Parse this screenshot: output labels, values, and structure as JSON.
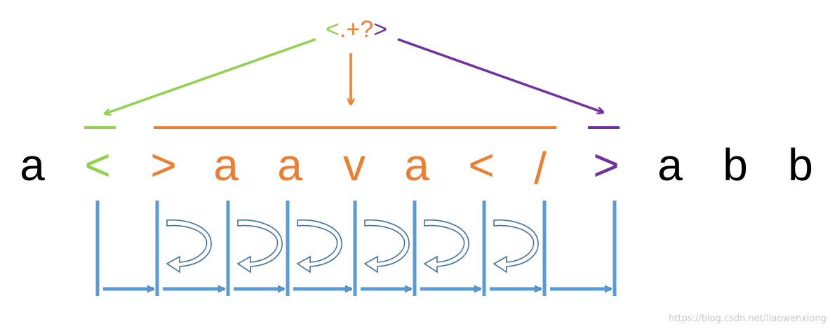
{
  "colors": {
    "green": "#92d050",
    "orange": "#ed7d31",
    "purple": "#7030a0",
    "black": "#000000",
    "blue": "#5b9bd5",
    "blue_dark": "#41719c"
  },
  "pattern": {
    "open": "<",
    "body": ".+?",
    "close": ">"
  },
  "sequence": [
    {
      "text": "a",
      "role": "black"
    },
    {
      "text": "<",
      "role": "green"
    },
    {
      "text": ">",
      "role": "orange"
    },
    {
      "text": "a",
      "role": "orange"
    },
    {
      "text": "a",
      "role": "orange"
    },
    {
      "text": "v",
      "role": "orange"
    },
    {
      "text": "a",
      "role": "orange"
    },
    {
      "text": "<",
      "role": "orange"
    },
    {
      "text": "/",
      "role": "orange"
    },
    {
      "text": ">",
      "role": "purple"
    },
    {
      "text": "a",
      "role": "black"
    },
    {
      "text": "b",
      "role": "black"
    },
    {
      "text": "b",
      "role": "black"
    }
  ],
  "steps": [
    {
      "backtrack": false
    },
    {
      "backtrack": true
    },
    {
      "backtrack": true
    },
    {
      "backtrack": true
    },
    {
      "backtrack": true
    },
    {
      "backtrack": true
    },
    {
      "backtrack": true
    },
    {
      "backtrack": false
    }
  ],
  "watermark": "https://blog.csdn.net/liaowenxiong"
}
